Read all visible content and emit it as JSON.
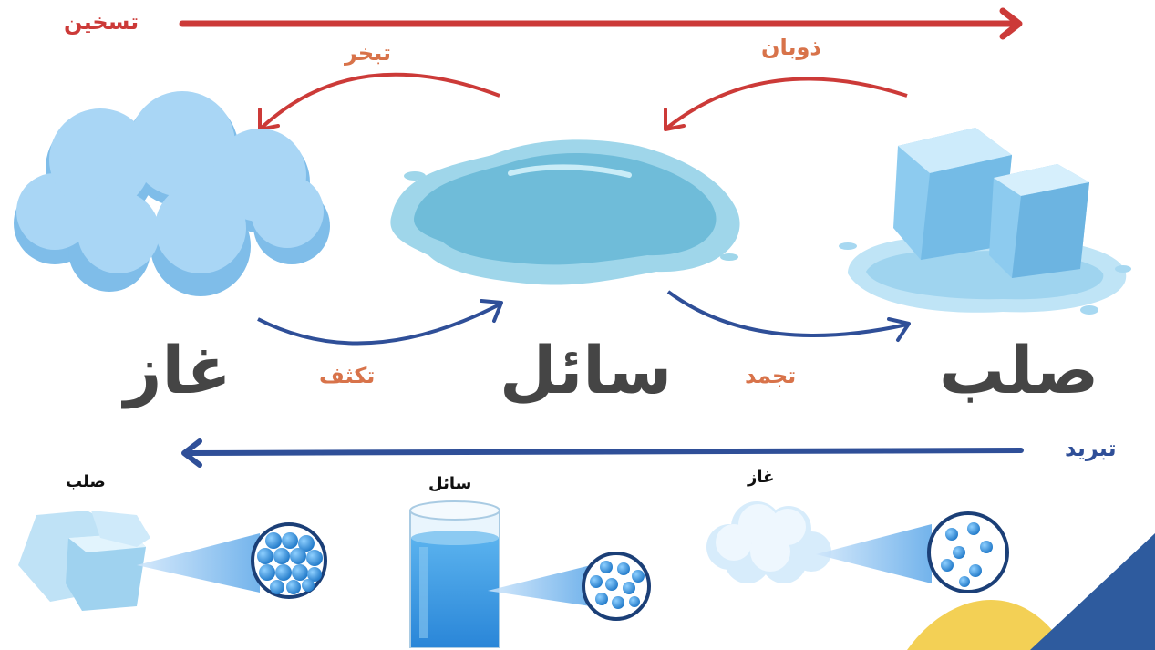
{
  "colors": {
    "heating": "#cc3a38",
    "cooling": "#2f4f98",
    "process_text": "#d8734a",
    "state_text": "#454545",
    "corner_blue": "#2e5b9e",
    "corner_yellow": "#f3d055"
  },
  "heating": {
    "label": "تسخين"
  },
  "cooling": {
    "label": "تبريد"
  },
  "processes": {
    "evaporation": "تبخر",
    "melting": "ذوبان",
    "condensation": "تكثف",
    "freezing": "تجمد"
  },
  "states": {
    "gas": "غاز",
    "liquid": "سائل",
    "solid": "صلب"
  },
  "particle_models": {
    "solid": "صلب",
    "liquid": "سائل",
    "gas": "غاز"
  },
  "icons": [
    "cloud-icon",
    "water-puddle-icon",
    "ice-cubes-icon",
    "small-ice-icon",
    "glass-of-water-icon",
    "small-cloud-icon"
  ]
}
